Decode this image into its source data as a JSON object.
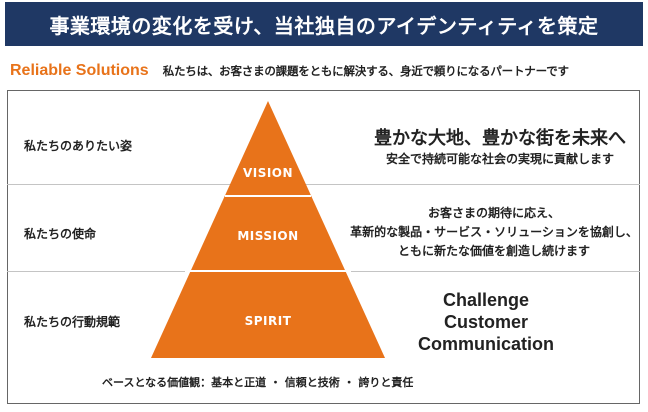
{
  "title": "事業環境の変化を受け、当社独自のアイデンティティを策定",
  "brand": "Reliable Solutions",
  "tagline": "私たちは、お客さまの課題をともに解決する、身近で頼りになるパートナーです",
  "rows": [
    {
      "label": "私たちのありたい姿",
      "level": "VISION"
    },
    {
      "label": "私たちの使命",
      "level": "MISSION"
    },
    {
      "label": "私たちの行動規範",
      "level": "SPIRIT"
    }
  ],
  "vision": {
    "headline": "豊かな大地、豊かな街を未来へ",
    "sub": "安全で持続可能な社会の実現に貢献します"
  },
  "mission": {
    "lines": [
      "お客さまの期待に応え、",
      "革新的な製品・サービス・ソリューションを協創し、",
      "ともに新たな価値を創造し続けます"
    ]
  },
  "spirit": {
    "words": [
      "Challenge",
      "Customer",
      "Communication"
    ]
  },
  "footer": "ベースとなる価値観：基本と正道 ・ 信頼と技術 ・ 誇りと責任",
  "colors": {
    "header": "#1f3864",
    "accent": "#e8731a"
  }
}
